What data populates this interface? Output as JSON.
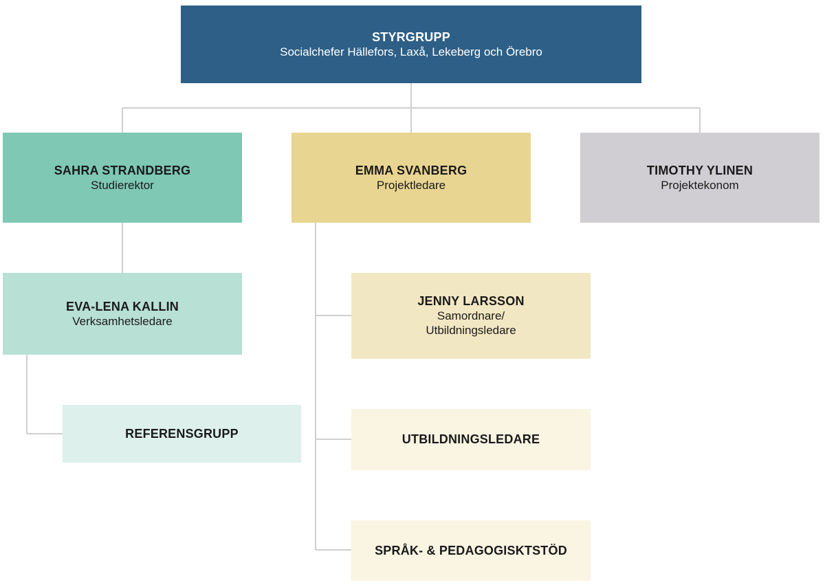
{
  "styrgrupp": {
    "name": "STYRGRUPP",
    "role": "Socialchefer Hällefors, Laxå, Lekeberg och Örebro",
    "color": "#2d5f87"
  },
  "sahra": {
    "name": "SAHRA STRANDBERG",
    "role": "Studierektor",
    "color": "#7ec8b4"
  },
  "emma": {
    "name": "EMMA SVANBERG",
    "role": "Projektledare",
    "color": "#e9d592"
  },
  "timothy": {
    "name": "TIMOTHY YLINEN",
    "role": "Projektekonom",
    "color": "#d0ced2"
  },
  "evalena": {
    "name": "EVA-LENA KALLIN",
    "role": "Verksamhetsledare",
    "color": "#b8e0d5"
  },
  "referens": {
    "name": "REFERENSGRUPP",
    "color": "#ddf0eb"
  },
  "jenny": {
    "name": "JENNY LARSSON",
    "role_line1": "Samordnare/",
    "role_line2": "Utbildningsledare",
    "color": "#f2e7c3"
  },
  "utbildningsledare": {
    "name": "UTBILDNINGSLEDARE",
    "color": "#faf4e3"
  },
  "sprak": {
    "name": "SPRÅK- & PEDAGOGISKTSTÖD",
    "color": "#faf4e3"
  },
  "connector_color": "#cfcfcf"
}
